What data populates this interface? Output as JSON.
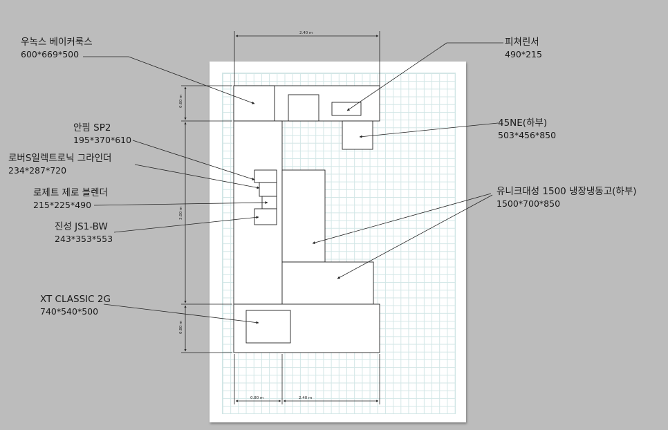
{
  "dimensions": {
    "top": "2.40 m",
    "left_top": "0.60 m",
    "left_middle": "3.00 m",
    "left_bottom": "0.80 m",
    "bottom_left": "0.80 m",
    "bottom_right": "2.40 m"
  },
  "callouts": [
    {
      "id": "oven",
      "title": "우녹스 베이커룩스",
      "dims": "600*669*500"
    },
    {
      "id": "pitcher",
      "title": "피쳐린서",
      "dims": "490*215"
    },
    {
      "id": "45ne",
      "title": "45NE(하부)",
      "dims": "503*456*850"
    },
    {
      "id": "anfim",
      "title": "안핌 SP2",
      "dims": "195*370*610"
    },
    {
      "id": "robus",
      "title": "로버S일렉트로닉 그라인더",
      "dims": "234*287*720"
    },
    {
      "id": "rosette",
      "title": "로제트 제로 블렌더",
      "dims": "215*225*490"
    },
    {
      "id": "jinsung",
      "title": "진성 JS1-BW",
      "dims": "243*353*553"
    },
    {
      "id": "unique",
      "title": "유니크대성 1500 냉장냉동고(하부)",
      "dims": "1500*700*850"
    },
    {
      "id": "xt",
      "title": "XT CLASSIC 2G",
      "dims": "740*540*500"
    }
  ]
}
